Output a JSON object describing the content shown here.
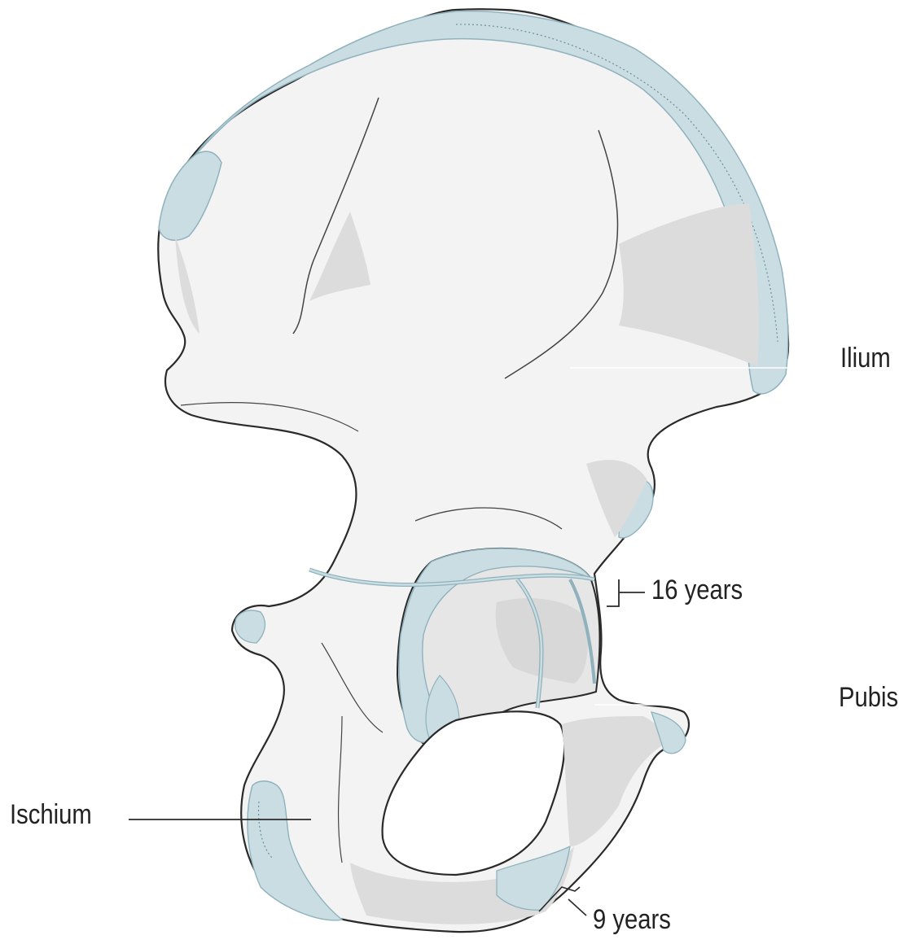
{
  "colors": {
    "bone": "#f3f3f3",
    "shade": "#dcdcdc",
    "cartilage": "#c9dde2",
    "outline": "#2a2a2a",
    "cartilage_line": "#8fb2bd"
  },
  "labels": {
    "ilium": "Ilium",
    "pubis": "Pubis",
    "ischium": "Ischium",
    "fusion_triradiate": "16 years",
    "fusion_ischiopubic": "9 years"
  }
}
